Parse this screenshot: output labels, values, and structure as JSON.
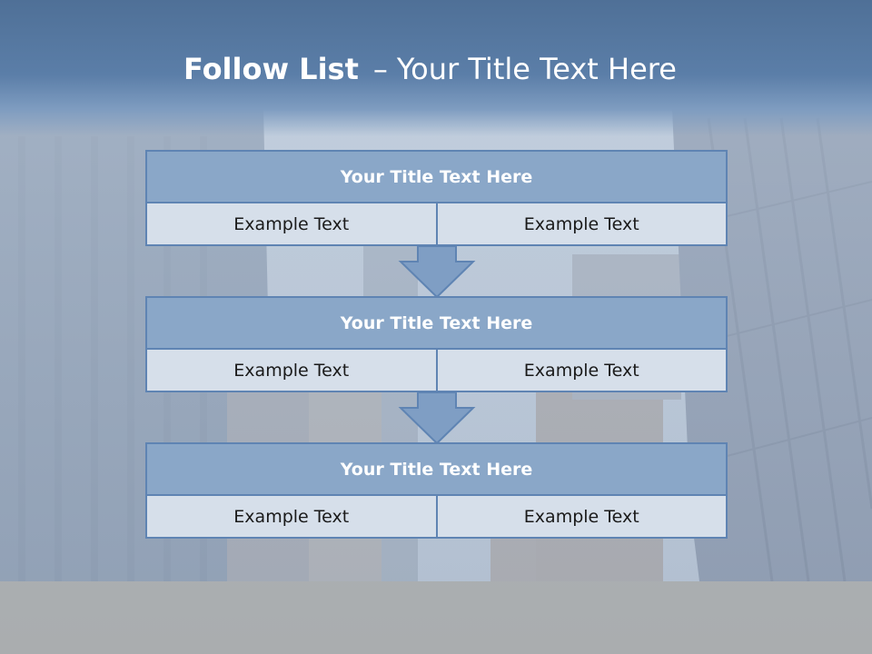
{
  "slide": {
    "title_bold": "Follow List",
    "title_separator": "–",
    "title_rest": "Your Title Text Here"
  },
  "steps": [
    {
      "title": "Your Title Text Here",
      "left": "Example Text",
      "right": "Example Text"
    },
    {
      "title": "Your Title Text Here",
      "left": "Example Text",
      "right": "Example Text"
    },
    {
      "title": "Your Title Text Here",
      "left": "Example Text",
      "right": "Example Text"
    }
  ],
  "colors": {
    "title_band": "#5b7ea8",
    "box_header": "#8aa7c8",
    "box_body": "#d6dfea",
    "border": "#5f84b3",
    "arrow": "#7f9ec4"
  }
}
